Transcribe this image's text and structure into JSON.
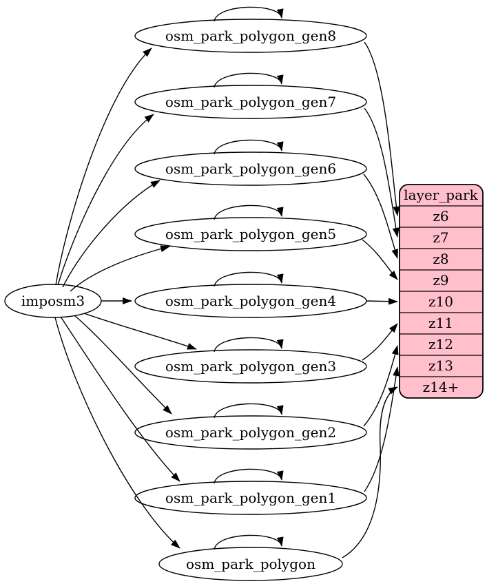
{
  "nodes": {
    "source": {
      "label": "imposm3"
    },
    "tables": [
      {
        "label": "osm_park_polygon_gen8"
      },
      {
        "label": "osm_park_polygon_gen7"
      },
      {
        "label": "osm_park_polygon_gen6"
      },
      {
        "label": "osm_park_polygon_gen5"
      },
      {
        "label": "osm_park_polygon_gen4"
      },
      {
        "label": "osm_park_polygon_gen3"
      },
      {
        "label": "osm_park_polygon_gen2"
      },
      {
        "label": "osm_park_polygon_gen1"
      },
      {
        "label": "osm_park_polygon"
      }
    ]
  },
  "record": {
    "title": "layer_park",
    "rows": [
      "z6",
      "z7",
      "z8",
      "z9",
      "z10",
      "z11",
      "z12",
      "z13",
      "z14+"
    ],
    "fill": "#ffc0cb",
    "border": "#000000"
  },
  "colors": {
    "background": "#ffffff",
    "edge": "#000000",
    "text": "#000000"
  },
  "edges": [
    {
      "from": "imposm3",
      "to": "osm_park_polygon_gen8"
    },
    {
      "from": "imposm3",
      "to": "osm_park_polygon_gen7"
    },
    {
      "from": "imposm3",
      "to": "osm_park_polygon_gen6"
    },
    {
      "from": "imposm3",
      "to": "osm_park_polygon_gen5"
    },
    {
      "from": "imposm3",
      "to": "osm_park_polygon_gen4"
    },
    {
      "from": "imposm3",
      "to": "osm_park_polygon_gen3"
    },
    {
      "from": "imposm3",
      "to": "osm_park_polygon_gen2"
    },
    {
      "from": "imposm3",
      "to": "osm_park_polygon_gen1"
    },
    {
      "from": "imposm3",
      "to": "osm_park_polygon"
    },
    {
      "from": "osm_park_polygon_gen8",
      "to": "osm_park_polygon_gen8"
    },
    {
      "from": "osm_park_polygon_gen7",
      "to": "osm_park_polygon_gen7"
    },
    {
      "from": "osm_park_polygon_gen6",
      "to": "osm_park_polygon_gen6"
    },
    {
      "from": "osm_park_polygon_gen5",
      "to": "osm_park_polygon_gen5"
    },
    {
      "from": "osm_park_polygon_gen4",
      "to": "osm_park_polygon_gen4"
    },
    {
      "from": "osm_park_polygon_gen3",
      "to": "osm_park_polygon_gen3"
    },
    {
      "from": "osm_park_polygon_gen2",
      "to": "osm_park_polygon_gen2"
    },
    {
      "from": "osm_park_polygon_gen1",
      "to": "osm_park_polygon_gen1"
    },
    {
      "from": "osm_park_polygon",
      "to": "osm_park_polygon"
    },
    {
      "from": "osm_park_polygon_gen8",
      "to": "layer_park.z6"
    },
    {
      "from": "osm_park_polygon_gen7",
      "to": "layer_park.z7"
    },
    {
      "from": "osm_park_polygon_gen6",
      "to": "layer_park.z8"
    },
    {
      "from": "osm_park_polygon_gen5",
      "to": "layer_park.z9"
    },
    {
      "from": "osm_park_polygon_gen4",
      "to": "layer_park.z10"
    },
    {
      "from": "osm_park_polygon_gen3",
      "to": "layer_park.z11"
    },
    {
      "from": "osm_park_polygon_gen2",
      "to": "layer_park.z12"
    },
    {
      "from": "osm_park_polygon_gen1",
      "to": "layer_park.z13"
    },
    {
      "from": "osm_park_polygon",
      "to": "layer_park.z14+"
    }
  ]
}
